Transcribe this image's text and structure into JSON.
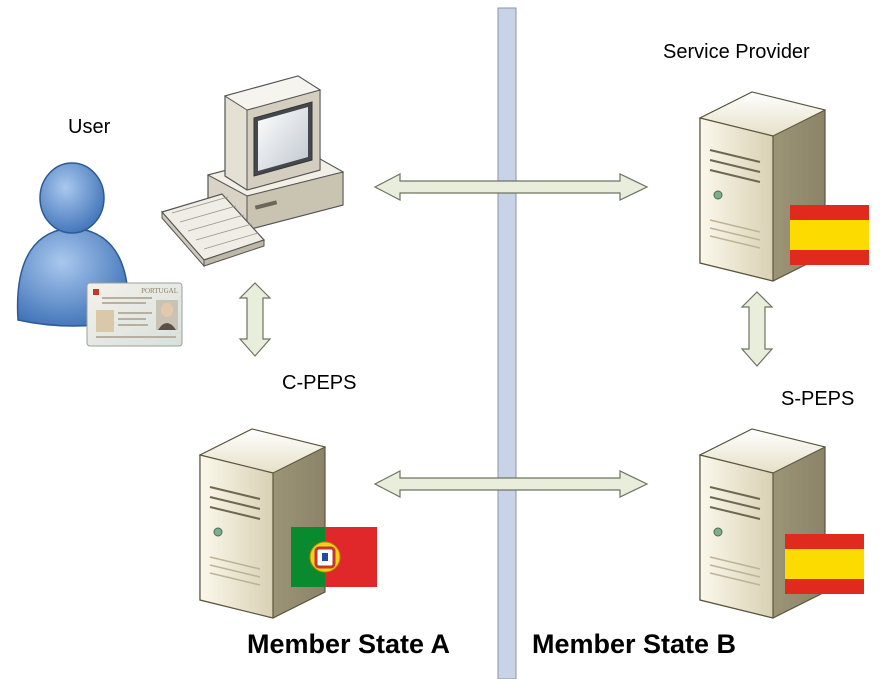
{
  "labels": {
    "user": "User",
    "service_provider": "Service Provider",
    "c_peps": "C-PEPS",
    "s_peps": "S-PEPS",
    "member_state_a": "Member State A",
    "member_state_b": "Member State B"
  },
  "id_card": {
    "country": "PORTUGAL"
  },
  "colors": {
    "divider": "#c9d3e8",
    "arrow_fill": "#e8eedb",
    "arrow_stroke": "#6f7360",
    "user_blue": "#5f8fcf",
    "server_body": "#efe9d3",
    "spain_red": "#e02a1d",
    "spain_yellow": "#fcdb00",
    "portugal_green": "#0a8a2f",
    "portugal_red": "#e0282a"
  }
}
